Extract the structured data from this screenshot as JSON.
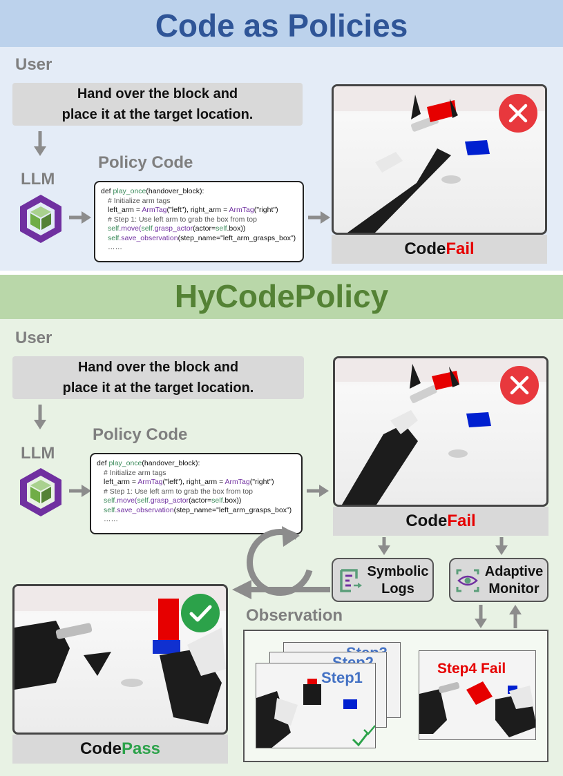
{
  "top": {
    "title": "Code as Policies",
    "user_label": "User",
    "instruction_line1": "Hand over the block and",
    "instruction_line2": "place it at the target location.",
    "llm_label": "LLM",
    "policy_code_label": "Policy Code",
    "result_prefix": "Code ",
    "result_status": "Fail"
  },
  "bottom": {
    "title": "HyCodePolicy",
    "user_label": "User",
    "instruction_line1": "Hand over the block and",
    "instruction_line2": "place it at the target location.",
    "llm_label": "LLM",
    "policy_code_label": "Policy Code",
    "result_prefix": "Code ",
    "result_status": "Fail",
    "symbolic_logs_line1": "Symbolic",
    "symbolic_logs_line2": "Logs",
    "adaptive_monitor_line1": "Adaptive",
    "adaptive_monitor_line2": "Monitor",
    "observation_label": "Observation",
    "pass_prefix": "Code ",
    "pass_status": "Pass",
    "step1_label": "Step1",
    "step2_label": "Step2",
    "step3_label": "Step3",
    "step4_label": "Step4 Fail"
  },
  "code": {
    "def_kw": "def ",
    "fn_name": "play_once",
    "fn_args": "(handover_block):",
    "comment1": "# Initialize arm tags",
    "left_arm_a": "left_arm = ",
    "armtag1": "ArmTag",
    "left_arm_b": "(\"left\"), right_arm = ",
    "armtag2": "ArmTag",
    "left_arm_c": "(\"right\")",
    "comment2": "# Step 1: Use left arm to grab the box from top",
    "self1": "self",
    "move": ".move(",
    "self2": "self",
    "grasp": ".grasp_actor",
    "grasp_args_a": "(actor=",
    "self3": "self",
    "grasp_args_b": ".box))",
    "self4": "self",
    "save_obs": ".save_observation",
    "save_args": "(step_name=\"left_arm_grasps_box\")",
    "ellipsis": "……"
  },
  "colors": {
    "fail": "#e60000",
    "pass": "#2ca24a",
    "title_top": "#2f5597",
    "title_bottom": "#548235",
    "step_blue": "#4472c4"
  }
}
